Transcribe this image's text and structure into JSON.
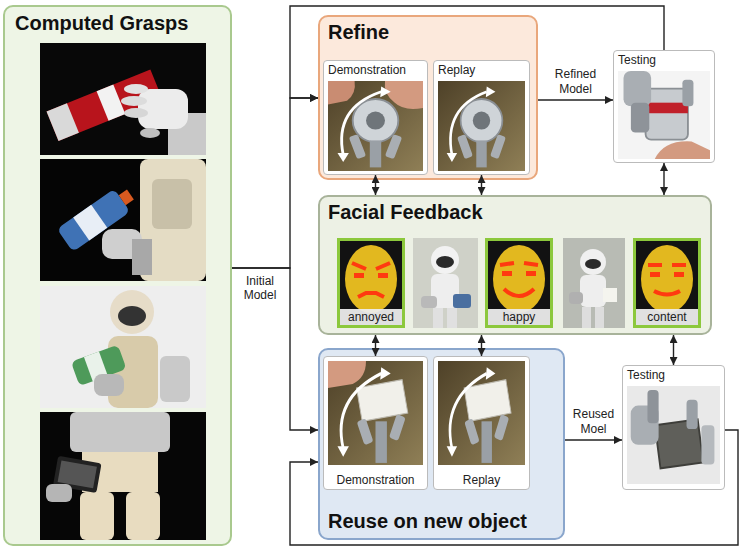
{
  "diagram": {
    "nodes": [
      {
        "text": [
          "Computed Grasps"
        ]
      },
      {
        "text": [
          "Refine"
        ]
      },
      {
        "text": [
          "Demonstration"
        ],
        "in": 1
      },
      {
        "text": [
          "Replay"
        ],
        "in": 1
      },
      {
        "text": [
          "Testing"
        ]
      },
      {
        "text": [
          "Facial Feedback"
        ]
      },
      {
        "text": [
          "annoyed"
        ],
        "in": 5
      },
      {
        "text": [
          "happy"
        ],
        "in": 5
      },
      {
        "text": [
          "content"
        ],
        "in": 5
      },
      {
        "text": [
          "Reuse on new object"
        ]
      },
      {
        "text": [
          "Demonstration"
        ],
        "in": 9
      },
      {
        "text": [
          "Replay"
        ],
        "in": 9
      },
      {
        "text": [
          "Testing"
        ]
      }
    ],
    "edges": [
      {
        "from": 0,
        "to": 1,
        "arrow": "to"
      },
      {
        "from": 0,
        "to": 9,
        "arrow": "to"
      },
      {
        "from": 1,
        "to": 4,
        "arrow": "to",
        "label": "Refined Model"
      },
      {
        "from": 4,
        "to": 1,
        "arrow": "to"
      },
      {
        "from": 2,
        "to": 5,
        "arrow": "both"
      },
      {
        "from": 3,
        "to": 5,
        "arrow": "both"
      },
      {
        "from": 4,
        "to": 5,
        "arrow": "both"
      },
      {
        "from": 5,
        "to": 10,
        "arrow": "both"
      },
      {
        "from": 5,
        "to": 11,
        "arrow": "both"
      },
      {
        "from": 5,
        "to": 12,
        "arrow": "both"
      },
      {
        "from": 9,
        "to": 12,
        "arrow": "to",
        "label": "Reused Moel"
      },
      {
        "from": 12,
        "to": 9,
        "arrow": "to"
      }
    ],
    "labels": [
      "Initial Model"
    ]
  }
}
